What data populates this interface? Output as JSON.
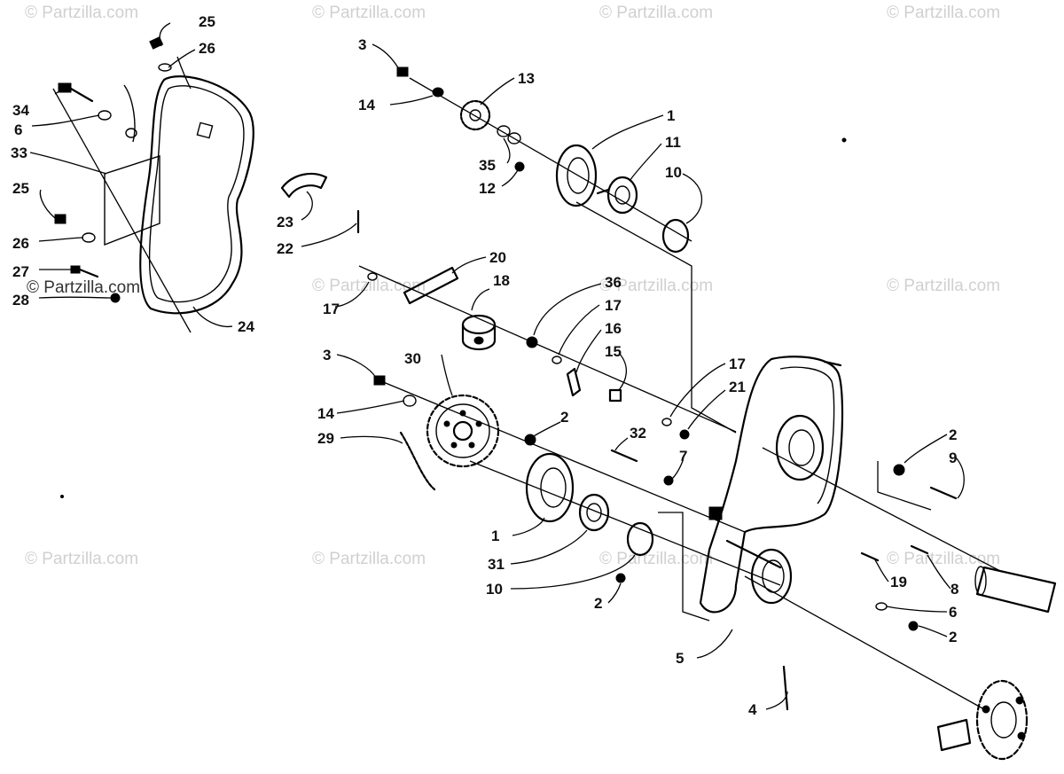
{
  "watermark": "© Partzilla.com",
  "callouts": {
    "c1a": "1",
    "c1b": "1",
    "c2a": "2",
    "c2b": "2",
    "c2c": "2",
    "c2d": "2",
    "c3a": "3",
    "c3b": "3",
    "c4": "4",
    "c5": "5",
    "c6a": "6",
    "c6b": "6",
    "c7": "7",
    "c8": "8",
    "c9": "9",
    "c10a": "10",
    "c10b": "10",
    "c11": "11",
    "c12": "12",
    "c13": "13",
    "c14a": "14",
    "c14b": "14",
    "c15": "15",
    "c16": "16",
    "c17a": "17",
    "c17b": "17",
    "c17c": "17",
    "c18": "18",
    "c19": "19",
    "c20": "20",
    "c21": "21",
    "c22": "22",
    "c23": "23",
    "c24": "24",
    "c25a": "25",
    "c25b": "25",
    "c26a": "26",
    "c26b": "26",
    "c27": "27",
    "c28": "28",
    "c29": "29",
    "c30": "30",
    "c31": "31",
    "c32": "32",
    "c33": "33",
    "c34": "34",
    "c35": "35",
    "c36": "36"
  }
}
